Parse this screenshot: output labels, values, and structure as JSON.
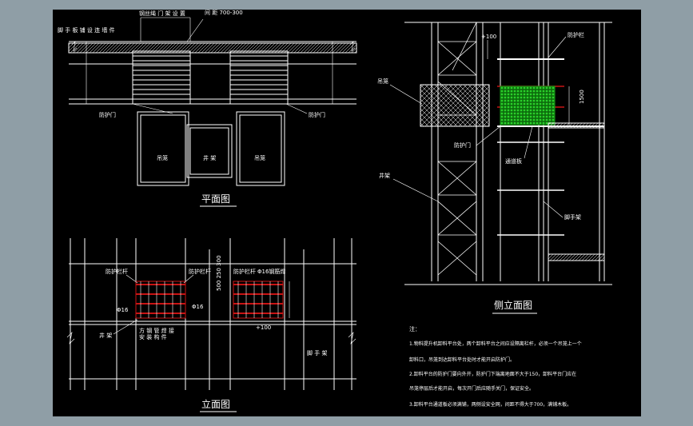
{
  "colors": {
    "background": "#8f9ea6",
    "sheet": "#000000",
    "line": "#ffffff",
    "hatch": "#ffffff",
    "net": "#1aa21a",
    "gate": "#c81414"
  },
  "plan": {
    "title": "平面图",
    "label_top_left": "脚 手 板 铺 设 连 墙 件",
    "label_top_center": "钢丝绳 门 架 设 置",
    "label_spacing": "间 距 700-300",
    "label_gate_left": "防护门",
    "label_gate_right": "防护门",
    "room_left": "吊笼",
    "room_center": "井 架",
    "room_right": "吊笼"
  },
  "elevation": {
    "title": "立面图",
    "label_left_top": "防护栏杆",
    "label_left_top2": "防护栏杆",
    "label_right_top": "防护栏杆",
    "label_right_top2": "Φ16钢筋焊",
    "label_phi_left": "Φ16",
    "label_phi_right": "Φ16",
    "label_bottom_left": "井 架",
    "label_bottom_mid": "方 钢 管 焊 接",
    "label_bottom_mid2": "安 装 构 件",
    "label_right_side": "脚 手 架",
    "label_dims": "500 250 300",
    "label_level": "+100"
  },
  "side": {
    "title": "侧立面图",
    "label_level": "+100",
    "label_guard": "防护栏",
    "label_cage": "吊笼",
    "label_gate": "防护门",
    "label_net": "通道板",
    "label_frame": "井架",
    "label_scaffold": "脚手架",
    "label_dim": "1500"
  },
  "notes": {
    "heading": "注：",
    "line1": "1.物料提升机卸料平台处，两个卸料平台之间应设隔离栏杆，必须一个吊笼上一个",
    "line2": "卸料口，吊笼到达卸料平台处时才能开启防护门。",
    "line3": "2.卸料平台的防护门要向外开，防护门下端离地面不大于150，卸料平台门应在",
    "line4": "吊笼停层后才能开启，每次开门后应随手关门，保证安全。",
    "line5": "3.卸料平台通道板必须满铺，两侧设安全网，间距不得大于700，满铺木板。"
  }
}
